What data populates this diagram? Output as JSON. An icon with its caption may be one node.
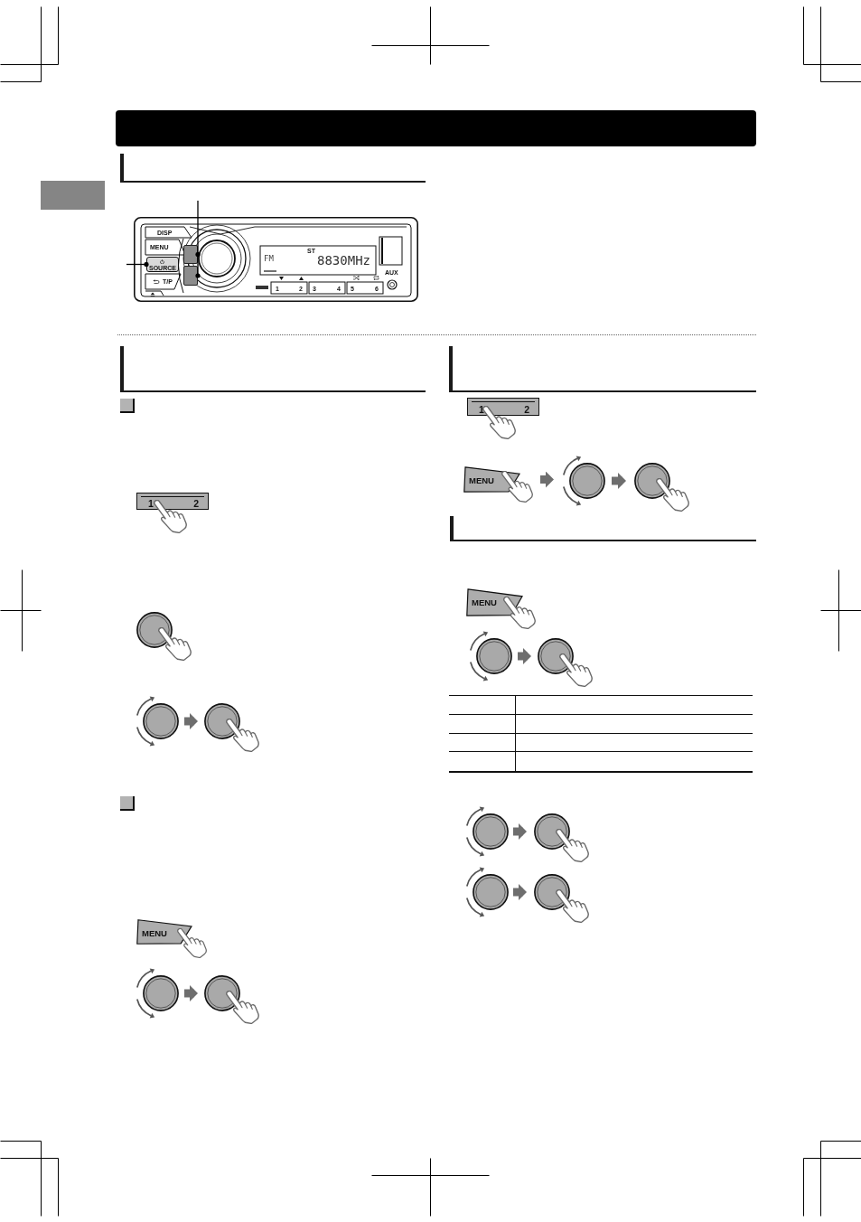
{
  "diagram": {
    "nodes": [
      {
        "text": [],
        "shape": "bar"
      },
      {
        "text": [],
        "shape": "picture"
      },
      {
        "text": [
          "SOURCE"
        ],
        "in": 1
      },
      {
        "text": [],
        "shape": "box",
        "in": 1
      },
      {
        "text": [],
        "shape": "box",
        "in": 1
      },
      {
        "text": [
          "1",
          "2"
        ]
      },
      {
        "text": [],
        "shape": "circle"
      },
      {
        "text": [],
        "shape": "circle"
      },
      {
        "text": [],
        "shape": "circle"
      },
      {
        "text": [
          "MENU"
        ]
      },
      {
        "text": [],
        "shape": "circle"
      },
      {
        "text": [],
        "shape": "circle"
      },
      {
        "text": [
          "1",
          "2"
        ]
      },
      {
        "text": [
          "MENU"
        ]
      },
      {
        "text": [],
        "shape": "circle"
      },
      {
        "text": [],
        "shape": "circle"
      },
      {
        "text": [
          "MENU"
        ]
      },
      {
        "text": [],
        "shape": "circle"
      },
      {
        "text": [],
        "shape": "circle"
      },
      {
        "text": [],
        "shape": "circle"
      },
      {
        "text": [],
        "shape": "circle"
      },
      {
        "text": [],
        "shape": "circle"
      },
      {
        "text": [],
        "shape": "circle"
      }
    ],
    "edges": [
      {
        "from": null,
        "to": 3,
        "arrow": "other",
        "color": "#000000"
      },
      {
        "from": null,
        "to": 4,
        "arrow": "other",
        "color": "#000000"
      },
      {
        "from": null,
        "to": 2,
        "arrow": "other",
        "color": "#000000"
      },
      {
        "from": 7,
        "to": 8,
        "arrow": "to"
      },
      {
        "from": 10,
        "to": 11,
        "arrow": "to"
      },
      {
        "from": 13,
        "to": 14,
        "arrow": "to"
      },
      {
        "from": 14,
        "to": 15,
        "arrow": "to"
      },
      {
        "from": 17,
        "to": 18,
        "arrow": "to"
      },
      {
        "from": 19,
        "to": 20,
        "arrow": "to"
      },
      {
        "from": 21,
        "to": 22,
        "arrow": "to"
      }
    ],
    "labels": [
      "DISP",
      "MENU",
      "T/P",
      "ST",
      "FM",
      "8830MHz",
      "1",
      "2",
      "3",
      "4",
      "5",
      "6",
      "AUX"
    ]
  }
}
